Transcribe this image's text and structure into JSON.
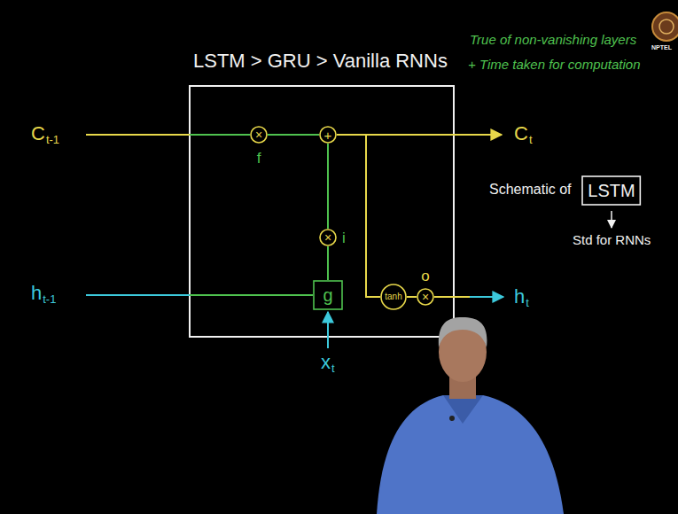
{
  "diagram": {
    "title": "LSTM > GRU > Vanilla RNNs",
    "nodes": [
      {
        "text": [
          "×",
          "f"
        ]
      },
      {
        "text": [
          "+"
        ]
      },
      {
        "text": [
          "×",
          "i"
        ]
      },
      {
        "text": [
          "g"
        ]
      },
      {
        "text": [
          "tanh"
        ]
      },
      {
        "text": [
          "×",
          "o"
        ]
      },
      {
        "text": [
          "LSTM"
        ]
      }
    ],
    "edges": [
      {
        "from": 0,
        "to": 1,
        "arrow": "none"
      },
      {
        "from": 3,
        "to": 2,
        "arrow": "none"
      },
      {
        "from": 2,
        "to": 1,
        "arrow": "none"
      },
      {
        "from": 1,
        "to": 4,
        "arrow": "none"
      },
      {
        "from": 4,
        "to": 5,
        "arrow": "none"
      }
    ],
    "labels": [
      "True of non-vanishing layers",
      "+ Time taken for computation",
      "C",
      "t-1",
      "C",
      "t",
      "h",
      "t-1",
      "h",
      "t",
      "x",
      "t",
      "Schematic of",
      "Std for RNNs",
      "NPTEL"
    ]
  }
}
